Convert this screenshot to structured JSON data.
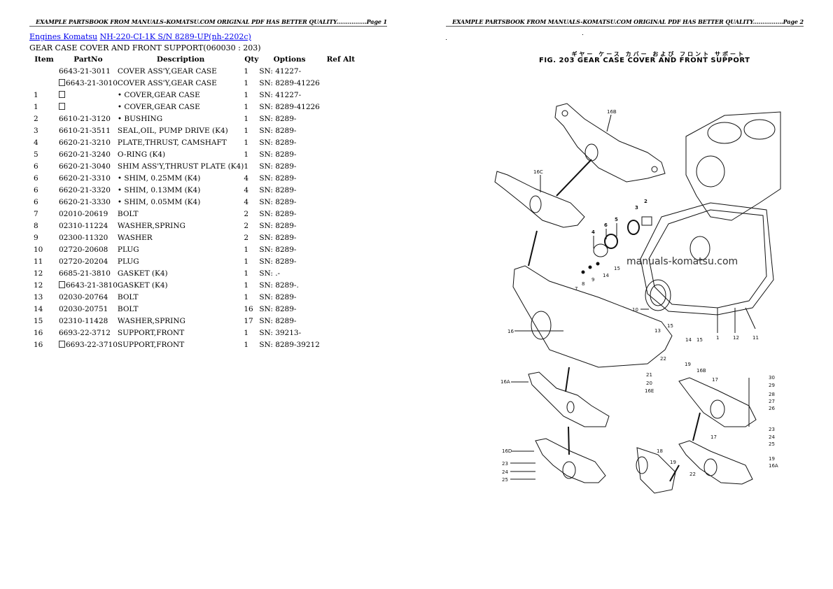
{
  "page1": {
    "header": "EXAMPLE PARTSBOOK FROM MANUALS-KOMATSU.COM ORIGINAL PDF HAS BETTER QUALITY................Page 1",
    "breadcrumb": {
      "link1": "Engines Komatsu",
      "link2": "NH-220-CI-1K S/N 8289-UP(nh-2202c)"
    },
    "subtitle": "GEAR CASE COVER AND FRONT SUPPORT(060030 : 203)",
    "table": {
      "headers": [
        "Item",
        "PartNo",
        "Description",
        "Qty",
        "Options",
        "Ref Alt"
      ],
      "rows": [
        {
          "item": "",
          "box": false,
          "partno": "6643-21-3011",
          "desc": "COVER ASS'Y,GEAR CASE",
          "qty": "1",
          "options": "SN: 41227-"
        },
        {
          "item": "",
          "box": true,
          "partno": "6643-21-3010",
          "desc": "COVER ASS'Y,GEAR CASE",
          "qty": "1",
          "options": "SN: 8289-41226"
        },
        {
          "item": "1",
          "box": true,
          "partno": "",
          "desc": "• COVER,GEAR CASE",
          "qty": "1",
          "options": "SN: 41227-"
        },
        {
          "item": "1",
          "box": true,
          "partno": "",
          "desc": "• COVER,GEAR CASE",
          "qty": "1",
          "options": "SN: 8289-41226"
        },
        {
          "item": "2",
          "box": false,
          "partno": "6610-21-3120",
          "desc": "• BUSHING",
          "qty": "1",
          "options": "SN: 8289-"
        },
        {
          "item": "3",
          "box": false,
          "partno": "6610-21-3511",
          "desc": "SEAL,OIL, PUMP DRIVE (K4)",
          "qty": "1",
          "options": "SN: 8289-"
        },
        {
          "item": "4",
          "box": false,
          "partno": "6620-21-3210",
          "desc": "PLATE,THRUST, CAMSHAFT",
          "qty": "1",
          "options": "SN: 8289-"
        },
        {
          "item": "5",
          "box": false,
          "partno": "6620-21-3240",
          "desc": "O-RING (K4)",
          "qty": "1",
          "options": "SN: 8289-"
        },
        {
          "item": "6",
          "box": false,
          "partno": "6620-21-3040",
          "desc": "SHIM ASS'Y,THRUST PLATE (K4)",
          "qty": "1",
          "options": "SN: 8289-"
        },
        {
          "item": "6",
          "box": false,
          "partno": "6620-21-3310",
          "desc": "• SHIM, 0.25MM (K4)",
          "qty": "4",
          "options": "SN: 8289-"
        },
        {
          "item": "6",
          "box": false,
          "partno": "6620-21-3320",
          "desc": "• SHIM, 0.13MM (K4)",
          "qty": "4",
          "options": "SN: 8289-"
        },
        {
          "item": "6",
          "box": false,
          "partno": "6620-21-3330",
          "desc": "• SHIM, 0.05MM (K4)",
          "qty": "4",
          "options": "SN: 8289-"
        },
        {
          "item": "7",
          "box": false,
          "partno": "02010-20619",
          "desc": "BOLT",
          "qty": "2",
          "options": "SN: 8289-"
        },
        {
          "item": "8",
          "box": false,
          "partno": "02310-11224",
          "desc": "WASHER,SPRING",
          "qty": "2",
          "options": "SN: 8289-"
        },
        {
          "item": "9",
          "box": false,
          "partno": "02300-11320",
          "desc": "WASHER",
          "qty": "2",
          "options": "SN: 8289-"
        },
        {
          "item": "10",
          "box": false,
          "partno": "02720-20608",
          "desc": "PLUG",
          "qty": "1",
          "options": "SN: 8289-"
        },
        {
          "item": "11",
          "box": false,
          "partno": "02720-20204",
          "desc": "PLUG",
          "qty": "1",
          "options": "SN: 8289-"
        },
        {
          "item": "12",
          "box": false,
          "partno": "6685-21-3810",
          "desc": "GASKET (K4)",
          "qty": "1",
          "options": "SN: .-"
        },
        {
          "item": "12",
          "box": true,
          "partno": "6643-21-3810",
          "desc": "GASKET (K4)",
          "qty": "1",
          "options": "SN: 8289-."
        },
        {
          "item": "13",
          "box": false,
          "partno": "02030-20764",
          "desc": "BOLT",
          "qty": "1",
          "options": "SN: 8289-"
        },
        {
          "item": "14",
          "box": false,
          "partno": "02030-20751",
          "desc": "BOLT",
          "qty": "16",
          "options": "SN: 8289-"
        },
        {
          "item": "15",
          "box": false,
          "partno": "02310-11428",
          "desc": "WASHER,SPRING",
          "qty": "17",
          "options": "SN: 8289-"
        },
        {
          "item": "16",
          "box": false,
          "partno": "6693-22-3712",
          "desc": "SUPPORT,FRONT",
          "qty": "1",
          "options": "SN: 39213-"
        },
        {
          "item": "16",
          "box": true,
          "partno": "6693-22-3710",
          "desc": "SUPPORT,FRONT",
          "qty": "1",
          "options": "SN: 8289-39212"
        }
      ]
    }
  },
  "page2": {
    "header": "EXAMPLE PARTSBOOK FROM MANUALS-KOMATSU.COM ORIGINAL PDF HAS BETTER QUALITY................Page 2",
    "figure": {
      "title_jp": "ギヤー ケース カバー および フロント サポート",
      "title_en": "FIG. 203 GEAR CASE COVER AND FRONT SUPPORT",
      "watermark": "manuals-komatsu.com",
      "callouts": [
        "1",
        "2",
        "3",
        "4",
        "5",
        "6",
        "7",
        "8",
        "9",
        "10",
        "11",
        "12",
        "13",
        "14",
        "15",
        "16",
        "16A",
        "16B",
        "16C",
        "16D",
        "16E",
        "17",
        "18",
        "19",
        "20",
        "21",
        "22",
        "23",
        "24",
        "25",
        "26",
        "27",
        "28",
        "29",
        "30"
      ]
    }
  }
}
